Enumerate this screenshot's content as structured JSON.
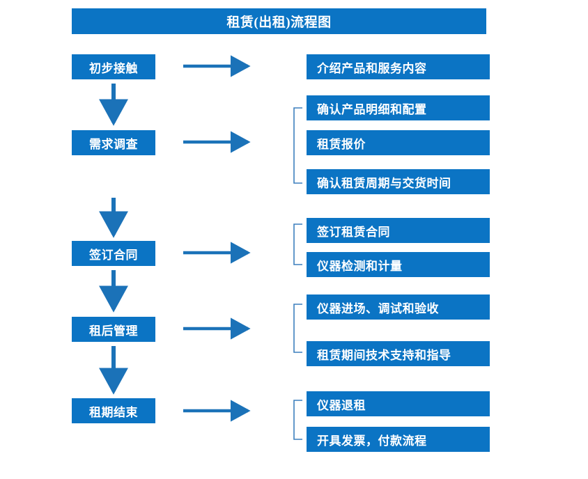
{
  "chart_data": {
    "type": "diagram",
    "title": "租赁(出租)流程图",
    "diagram_kind": "flowchart",
    "orientation": "vertical-stages-with-right-details",
    "accent_color": "#0b74c4",
    "text_color": "#ffffff",
    "background": "#ffffff",
    "stages": [
      {
        "label": "初步接触",
        "details": [
          "介绍产品和服务内容"
        ]
      },
      {
        "label": "需求调查",
        "details": [
          "确认产品明细和配置",
          "租赁报价",
          "确认租赁周期与交货时间"
        ]
      },
      {
        "label": "签订合同",
        "details": [
          "签订租赁合同",
          "仪器检测和计量"
        ]
      },
      {
        "label": "租后管理",
        "details": [
          "仪器进场、调试和验收",
          "租赁期间技术支持和指导"
        ]
      },
      {
        "label": "租期结束",
        "details": [
          "仪器退租",
          "开具发票，付款流程"
        ]
      }
    ]
  },
  "header": {
    "title": "租赁(出租)流程图"
  },
  "flow": {
    "stages": [
      {
        "label": "初步接触"
      },
      {
        "label": "需求调查"
      },
      {
        "label": "签订合同"
      },
      {
        "label": "租后管理"
      },
      {
        "label": "租期结束"
      }
    ],
    "details": [
      {
        "label": "介绍产品和服务内容"
      },
      {
        "label": "确认产品明细和配置"
      },
      {
        "label": "租赁报价"
      },
      {
        "label": "确认租赁周期与交货时间"
      },
      {
        "label": "签订租赁合同"
      },
      {
        "label": "仪器检测和计量"
      },
      {
        "label": "仪器进场、调试和验收"
      },
      {
        "label": "租赁期间技术支持和指导"
      },
      {
        "label": "仪器退租"
      },
      {
        "label": "开具发票，付款流程"
      }
    ]
  }
}
